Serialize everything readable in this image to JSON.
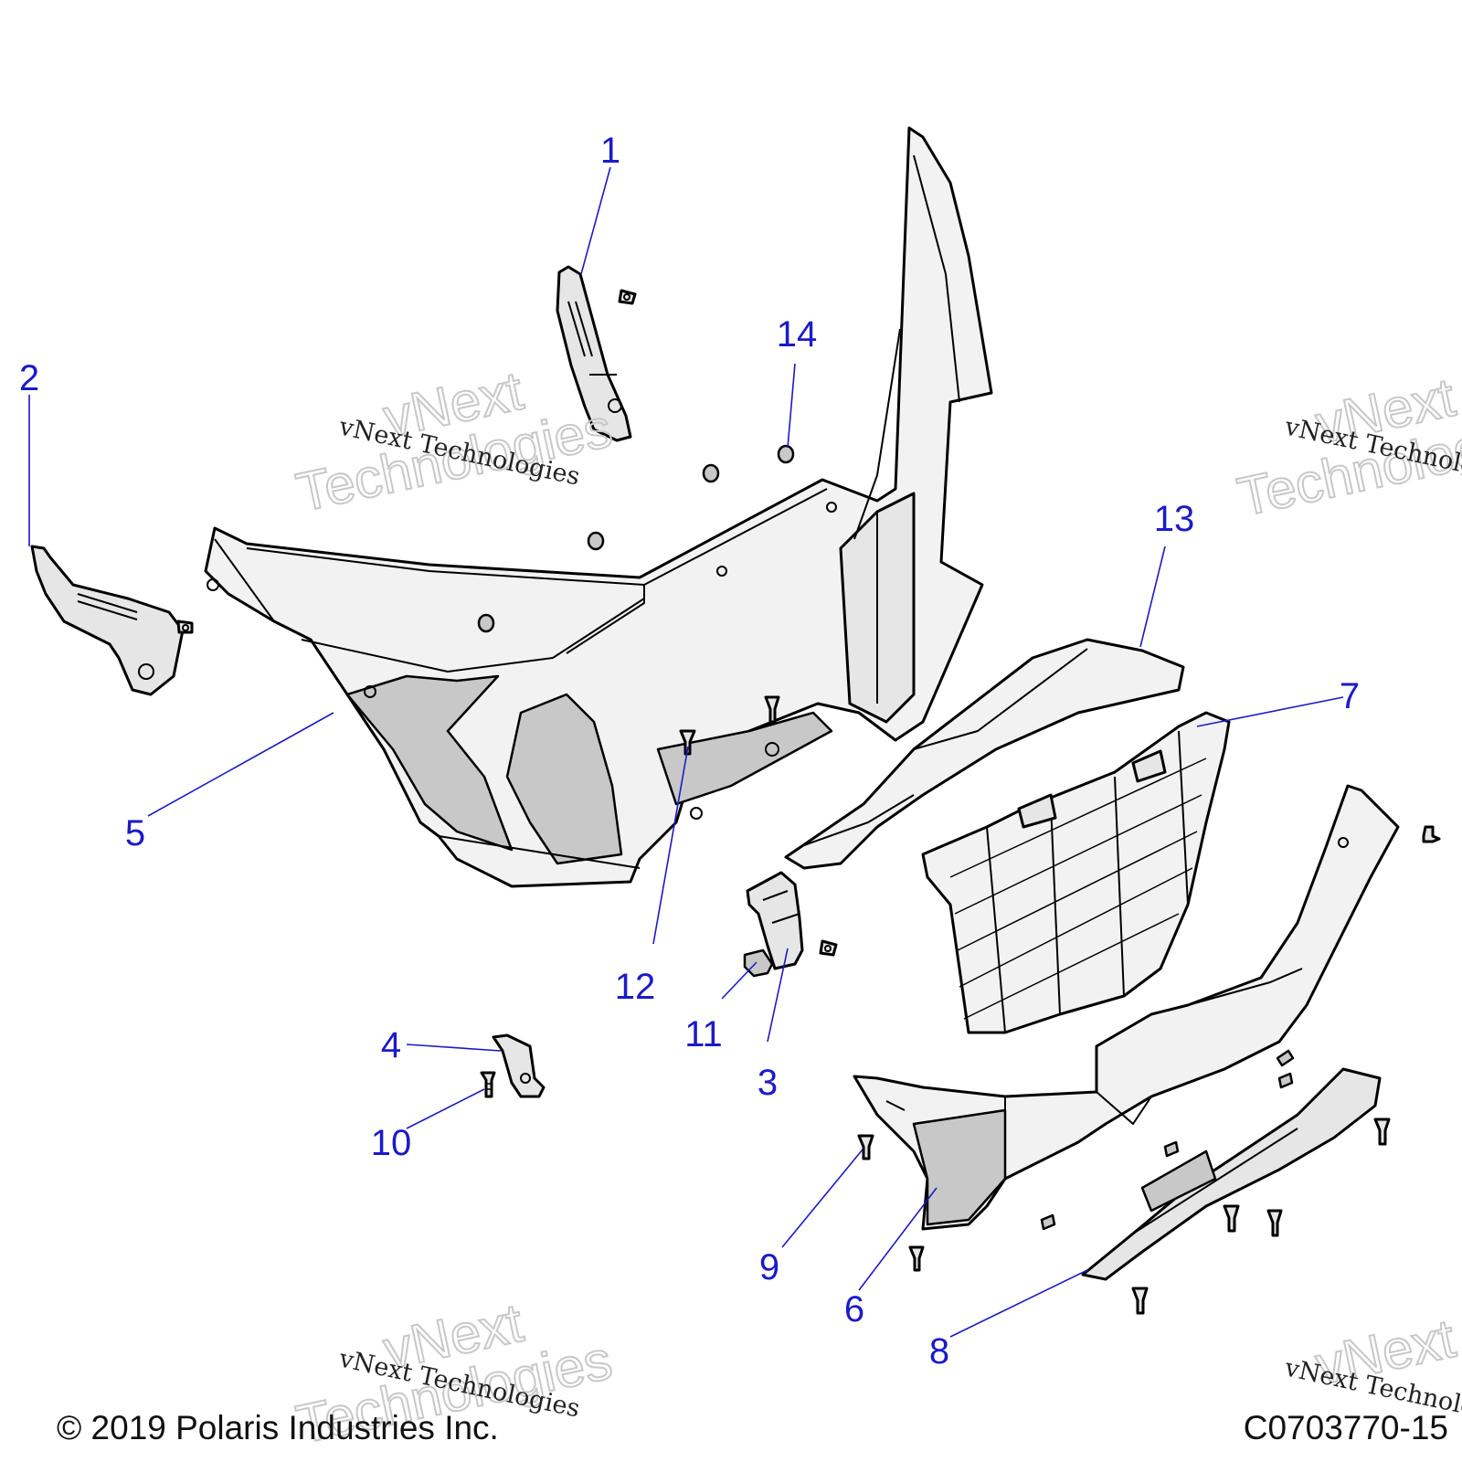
{
  "watermark": {
    "line1": "vNext",
    "line2": "Technologies",
    "caption": "vNext Technologies"
  },
  "footer": {
    "copyright": "© 2019 Polaris Industries Inc.",
    "diagram_code": "C0703770-15"
  },
  "callouts": [
    {
      "number": "1"
    },
    {
      "number": "2"
    },
    {
      "number": "3"
    },
    {
      "number": "4"
    },
    {
      "number": "5"
    },
    {
      "number": "6"
    },
    {
      "number": "7"
    },
    {
      "number": "8"
    },
    {
      "number": "9"
    },
    {
      "number": "10"
    },
    {
      "number": "11"
    },
    {
      "number": "12"
    },
    {
      "number": "13"
    },
    {
      "number": "14"
    }
  ],
  "colors": {
    "callout": "#1a1acc",
    "part_fill": "#e6e6e6",
    "outline": "#000000",
    "watermark": "#c8c8c8"
  }
}
